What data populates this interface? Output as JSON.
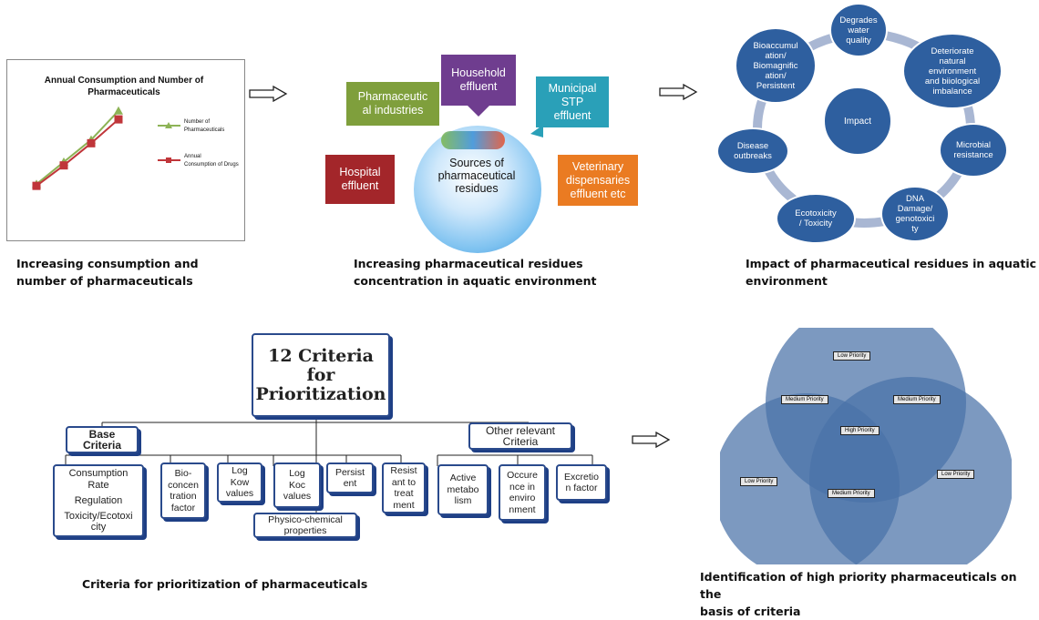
{
  "panel1": {
    "chart_data": {
      "type": "line",
      "title": "Annual Consumption and Number of Pharmaceuticals",
      "x": [
        1,
        2,
        3,
        4
      ],
      "series": [
        {
          "name": "Number of Pharmaceuticals",
          "values": [
            1,
            2.3,
            3.6,
            5.3
          ],
          "color": "#8db356",
          "marker": "triangle"
        },
        {
          "name": "Annual Consumption of Drugs",
          "values": [
            0.9,
            2.1,
            3.4,
            4.8
          ],
          "color": "#c0363a",
          "marker": "square"
        }
      ],
      "legend": "right"
    },
    "caption": "Increasing consumption and\nnumber of pharmaceuticals"
  },
  "panel2": {
    "center_label": "Sources of\npharmaceutical\nresidues",
    "sources": {
      "pharma": "Pharmaceutic\nal industries",
      "household": "Household\neffluent",
      "municipal": "Municipal\nSTP\neffluent",
      "hospital": "Hospital\neffluent",
      "veterinary": "Veterinary\ndispensaries\neffluent etc"
    },
    "colors": {
      "pharma": "#7f9f3c",
      "household": "#6f3d8f",
      "municipal": "#2aa0b8",
      "hospital": "#a3262a",
      "veterinary": "#ea7b22"
    },
    "caption": "Increasing pharmaceutical residues\nconcentration in aquatic environment"
  },
  "panel3": {
    "center": "Impact",
    "nodes": {
      "water": "Degrades\nwater\nquality",
      "deteriorate": "Deteriorate\nnatural\nenvironment\nand biiological\nimbalance",
      "microbial": "Microbial\nresistance",
      "dna": "DNA\nDamage/\ngenotoxici\nty",
      "ecotox": "Ecotoxicity\n/ Toxicity",
      "disease": "Disease\noutbreaks",
      "bioaccum": "Bioaccumul\nation/\nBiomagnific\nation/\nPersistent"
    },
    "colors": {
      "node": "#2e5f9f",
      "ring": "#a9b7d3"
    },
    "caption": "Impact of pharmaceutical residues in aquatic\nenvironment"
  },
  "panel4": {
    "root": "12 Criteria for\nPrioritization",
    "base": "Base\nCriteria",
    "base_list": [
      "Consumption\nRate",
      "Regulation",
      "Toxicity/Ecotoxi\ncity"
    ],
    "other": "Other relevant\nCriteria",
    "physico": "Physico-chemical\nproperties",
    "items": {
      "bcf": "Bio-\nconcen\ntration\nfactor",
      "kow": "Log\nKow\nvalues",
      "koc": "Log\nKoc\nvalues",
      "persist": "Persist\nent",
      "resist": "Resist\nant to\ntreat\nment",
      "active": "Active\nmetabo\nlism",
      "occur": "Occure\nnce in\nenviro\nnment",
      "excretion": "Excretio\nn factor"
    },
    "caption": "Criteria for prioritization of pharmaceuticals"
  },
  "panel5": {
    "labels": {
      "low_top": "Low Priority",
      "med_left": "Medium Priority",
      "med_right": "Medium Priority",
      "high": "High Priority",
      "low_left": "Low Priority",
      "low_right": "Low Priority",
      "med_bottom": "Medium Priority"
    },
    "colors": {
      "circle": "#4a72a8"
    },
    "caption": "Identification of high priority pharmaceuticals on the\nbasis of criteria"
  }
}
